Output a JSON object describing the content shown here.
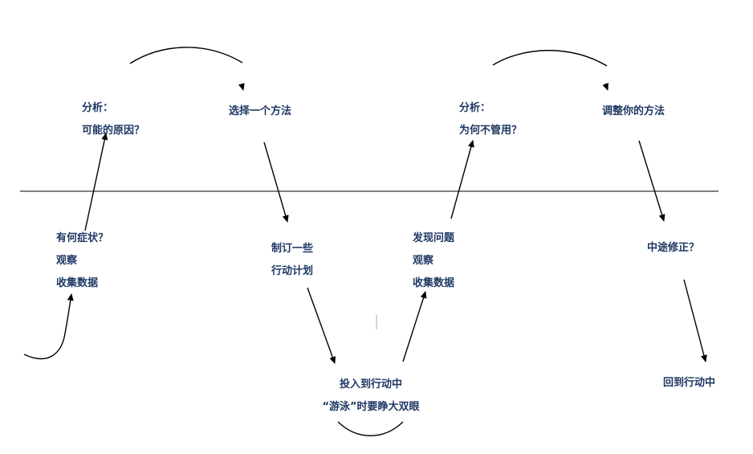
{
  "nodes": {
    "symptoms": {
      "lines": [
        "有何症状？",
        "观察",
        "收集数据"
      ]
    },
    "analyze_cause": {
      "lines": [
        "分析：",
        "可能的原因？"
      ]
    },
    "choose_method": {
      "lines": [
        "选择一个方法"
      ]
    },
    "make_plan": {
      "lines": [
        "制订一些",
        "行动计划"
      ]
    },
    "take_action": {
      "lines": [
        "投入到行动中",
        "“游泳”时要睁大双眼"
      ]
    },
    "find_problem": {
      "lines": [
        "发现问题",
        "观察",
        "收集数据"
      ]
    },
    "analyze_failure": {
      "lines": [
        "分析：",
        "为何不管用？"
      ]
    },
    "adjust_method": {
      "lines": [
        "调整你的方法"
      ]
    },
    "midway_fix": {
      "lines": [
        "中途修正？"
      ]
    },
    "back_to_action": {
      "lines": [
        "回到行动中"
      ]
    }
  },
  "colors": {
    "text": "#1f3864",
    "line": "#000000"
  }
}
